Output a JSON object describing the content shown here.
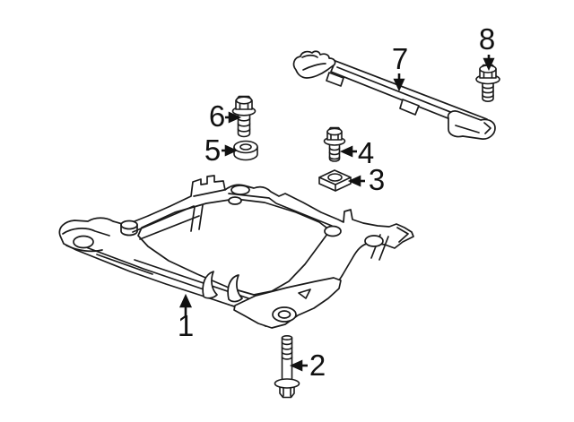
{
  "diagram": {
    "background_color": "#ffffff",
    "line_color": "#1a1a1a",
    "label_color": "#111111"
  },
  "callouts": [
    {
      "number": "1",
      "shape": "subframe-crossmember"
    },
    {
      "number": "2",
      "shape": "long-flange-bolt"
    },
    {
      "number": "3",
      "shape": "square-nut"
    },
    {
      "number": "4",
      "shape": "flange-bolt"
    },
    {
      "number": "5",
      "shape": "grommet-bushing"
    },
    {
      "number": "6",
      "shape": "flange-bolt"
    },
    {
      "number": "7",
      "shape": "stiffener-bar"
    },
    {
      "number": "8",
      "shape": "flange-bolt"
    }
  ]
}
